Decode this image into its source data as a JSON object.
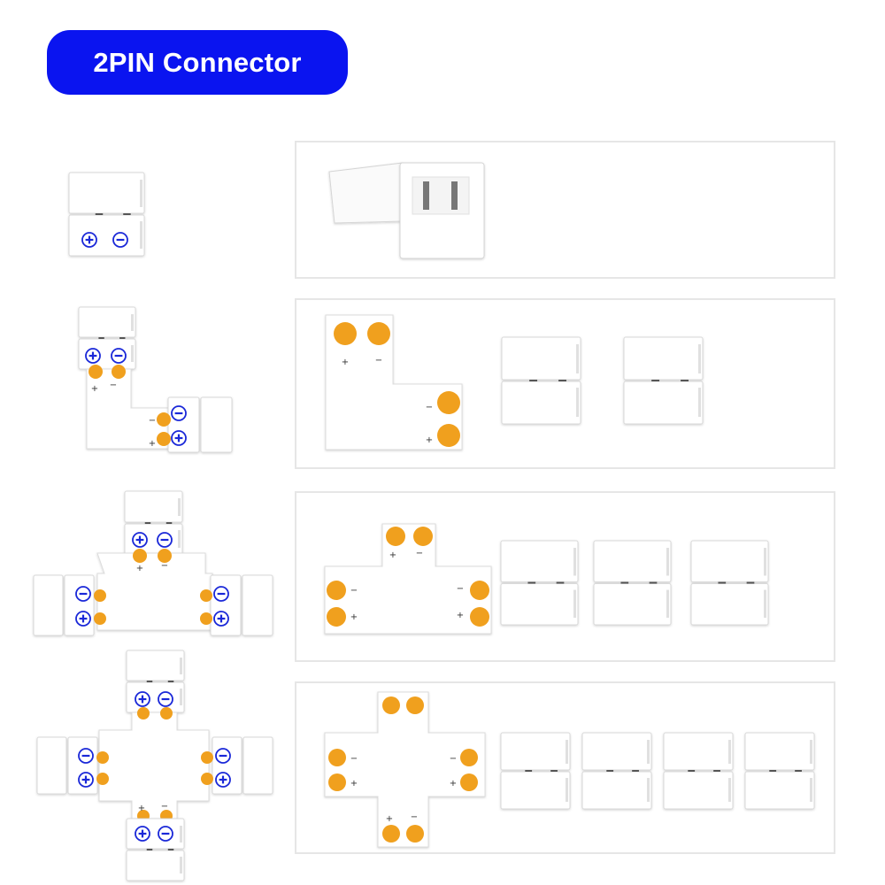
{
  "title": "2PIN Connector",
  "colors": {
    "badge": "#0a14f0",
    "pad": "#f0a01e",
    "symbol": "#1a28d8",
    "panel_border": "#e6e6e6",
    "housing": "#ffffff",
    "housing_edge": "#d9d9d9"
  },
  "symbols": {
    "plus": "+",
    "minus": "−"
  },
  "rows": [
    {
      "type": "straight",
      "clips": 0
    },
    {
      "type": "L",
      "clips": 2
    },
    {
      "type": "T",
      "clips": 3
    },
    {
      "type": "X",
      "clips": 4
    }
  ]
}
